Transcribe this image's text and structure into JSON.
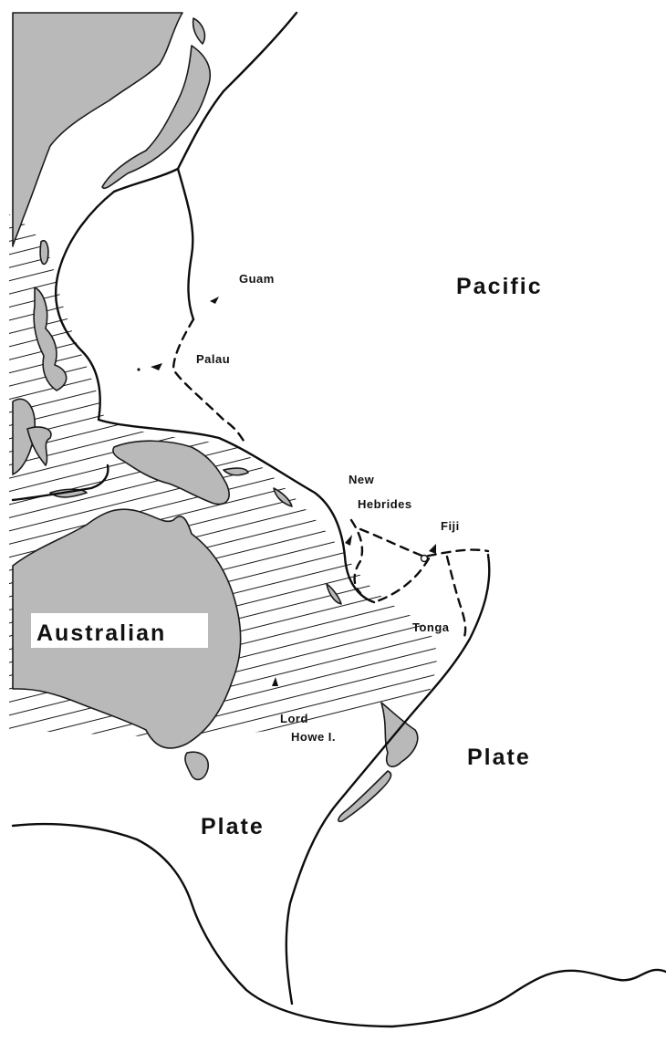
{
  "map": {
    "labels": {
      "pacific": "Pacific",
      "pacific_plate": "Plate",
      "australian": "Australian",
      "australian_plate": "Plate",
      "guam": "Guam",
      "palau": "Palau",
      "new_hebrides_1": "New",
      "new_hebrides_2": "Hebrides",
      "fiji": "Fiji",
      "tonga": "Tonga",
      "lord_howe_1": "Lord",
      "lord_howe_2": "Howe I."
    },
    "colors": {
      "land": "#b9b9b9",
      "boundary": "#0d0d0d",
      "label_box": "#ffffff"
    }
  }
}
